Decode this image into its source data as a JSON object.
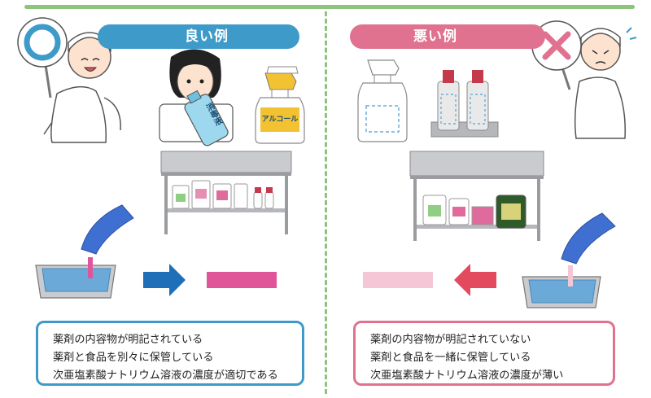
{
  "good": {
    "banner": "良い例",
    "bottle_label": "消毒液",
    "spray_label": "アルコール",
    "captions": [
      "薬剤の内容物が明記されている",
      "薬剤と食品を別々に保管している",
      "次亜塩素酸ナトリウム溶液の濃度が適切である"
    ],
    "strip_color": "#e0559a"
  },
  "bad": {
    "banner": "悪い例",
    "captions": [
      "薬剤の内容物が明記されていない",
      "薬剤と食品を一緒に保管している",
      "次亜塩素酸ナトリウム溶液の濃度が薄い"
    ],
    "strip_color": "#f5c6d6"
  },
  "colors": {
    "good_accent": "#3e9bc9",
    "bad_accent": "#e0728f",
    "divider": "#8cc47d",
    "arrow_good": "#1f6fb8",
    "arrow_bad": "#e34a5e"
  },
  "icons": {
    "good_mark": "circle-icon",
    "bad_mark": "cross-icon"
  }
}
